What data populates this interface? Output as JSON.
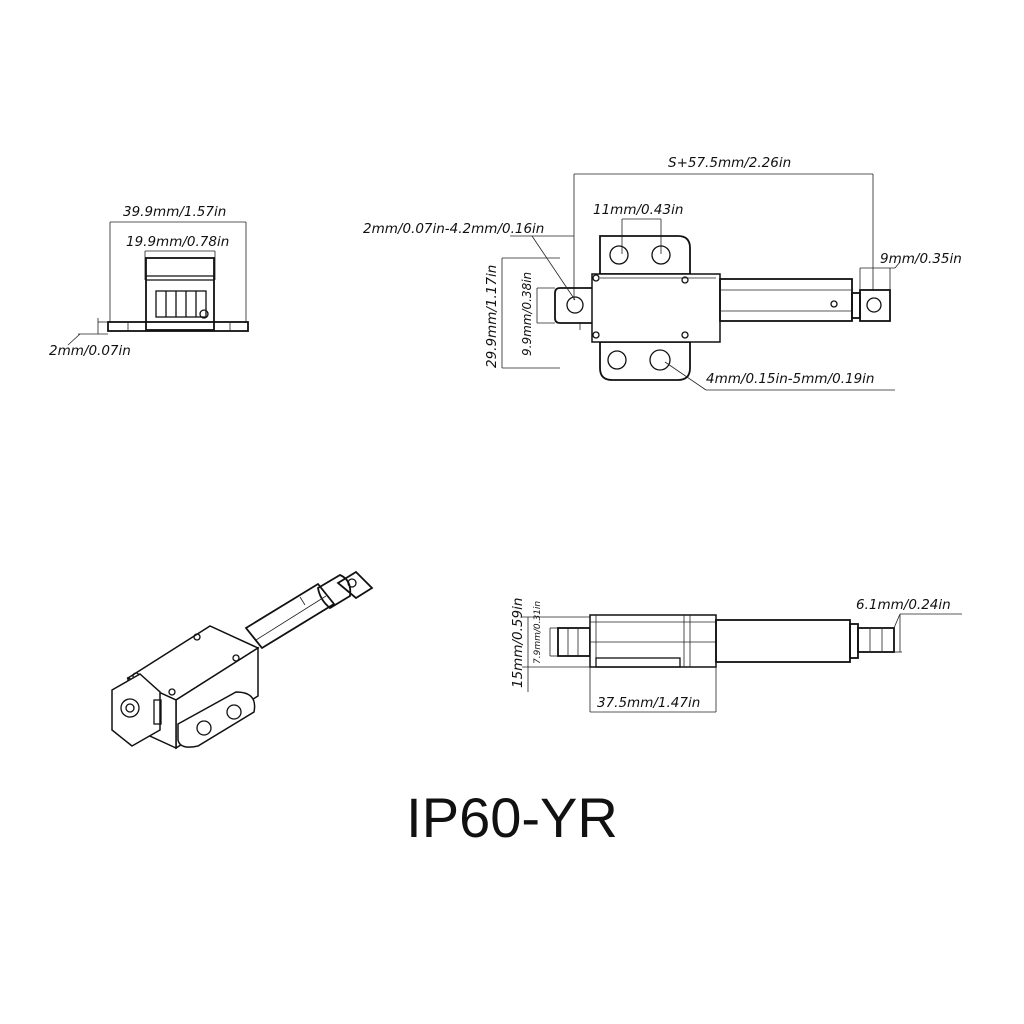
{
  "model": "IP60-YR",
  "side_view": {
    "width_outer": "39.9mm/1.57in",
    "width_inner": "19.9mm/0.78in",
    "plate_thickness": "2mm/0.07in"
  },
  "top_view": {
    "total_length": "S+57.5mm/2.26in",
    "hole_spacing": "11mm/0.43in",
    "rod_eye_hole": "2mm/0.07in-4.2mm/0.16in",
    "rod_end_width": "9mm/0.35in",
    "body_height": "29.9mm/1.17in",
    "eye_height": "9.9mm/0.38in",
    "mount_holes": "4mm/0.15in-5mm/0.19in"
  },
  "front_view": {
    "height": "15mm/0.59in",
    "eye_height": "7.9mm/0.31in",
    "body_length": "37.5mm/1.47in",
    "rod_diameter": "6.1mm/0.24in"
  }
}
